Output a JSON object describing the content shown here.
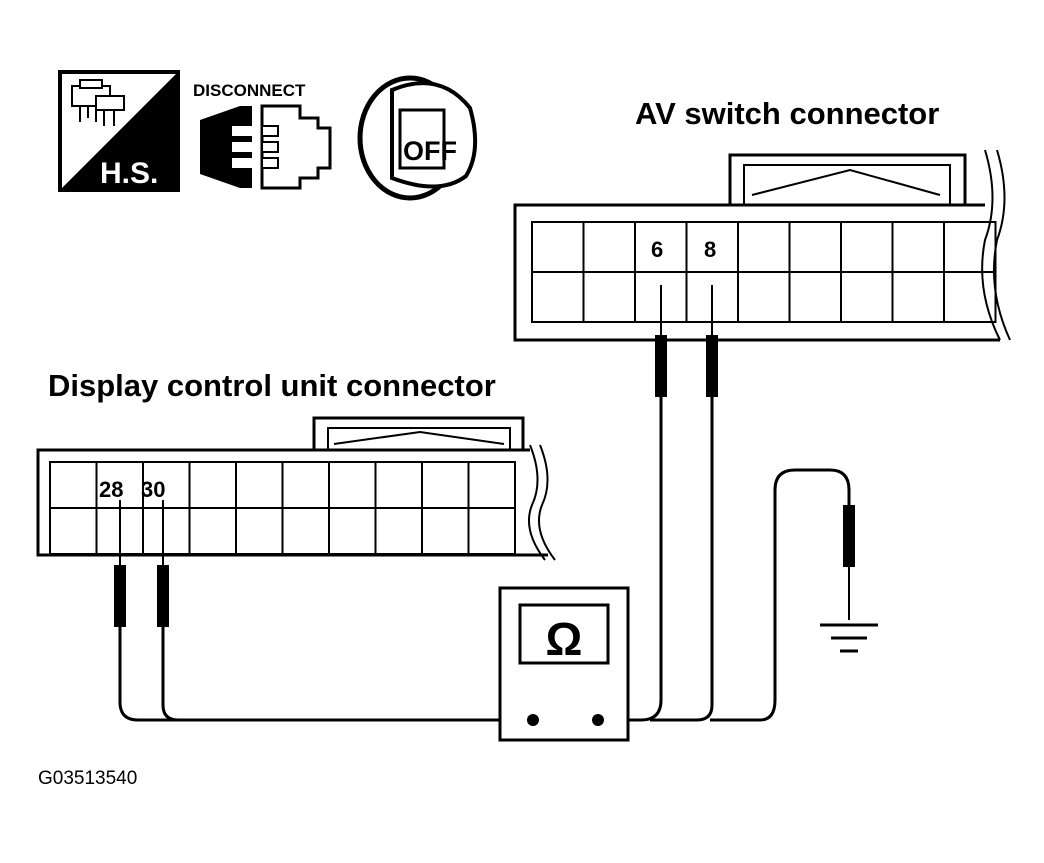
{
  "icons": {
    "harness_badge": "H.S.",
    "disconnect_label": "DISCONNECT",
    "ignition_label": "OFF",
    "harness_icon": "harness-connector-icon",
    "disconnect_icon": "disconnect-connector-icon",
    "ignition_icon": "ignition-key-off-icon"
  },
  "av_connector": {
    "title": "AV switch connector",
    "pins": [
      "6",
      "8"
    ]
  },
  "display_connector": {
    "title": "Display control unit connector",
    "pins": [
      "28",
      "30"
    ]
  },
  "meter": {
    "symbol": "Ω",
    "icon": "ohmmeter-icon"
  },
  "ground_icon": "ground-icon",
  "figure_code": "G03513540"
}
